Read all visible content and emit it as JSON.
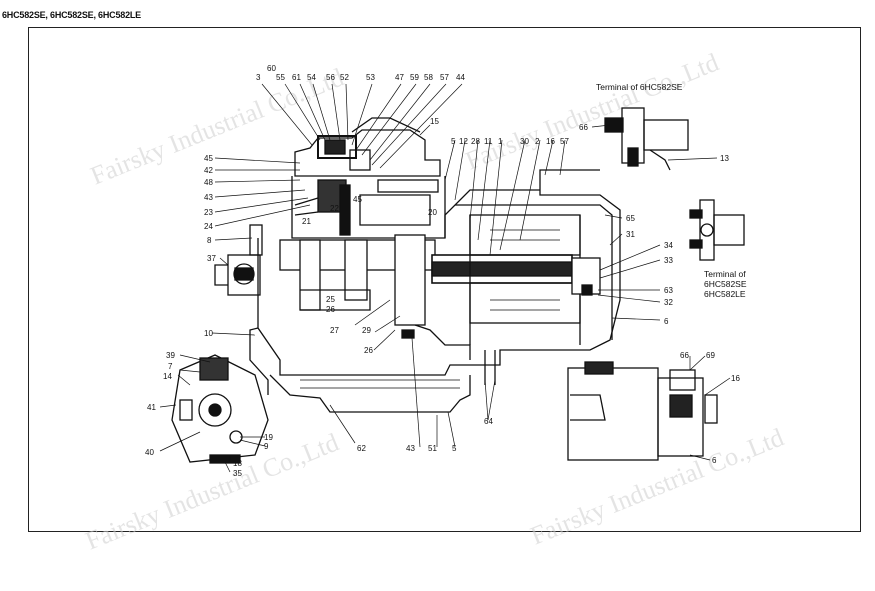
{
  "header": {
    "models": "6HC582SE, 6HC582SE, 6HC582LE"
  },
  "watermark": {
    "text": "Fairsky Industrial Co.,Ltd"
  },
  "insets": {
    "terminal_top_title": "Terminal of 6HC582SE",
    "terminal_mid_title_1": "Terminal of",
    "terminal_mid_title_2": "6HC582SE",
    "terminal_mid_title_3": "6HC582LE"
  },
  "labels": {
    "l60": "60",
    "l3": "3",
    "l55": "55",
    "l61": "61",
    "l54": "54",
    "l56": "56",
    "l52": "52",
    "l53": "53",
    "l47": "47",
    "l59": "59",
    "l58": "58",
    "l57": "57",
    "l44": "44",
    "l15": "15",
    "l45a": "45",
    "l42": "42",
    "l48": "48",
    "l43": "43",
    "l23": "23",
    "l24": "24",
    "l8": "8",
    "l37": "37",
    "l21": "21",
    "l22": "22",
    "l45b": "45",
    "l5a": "5",
    "l12": "12",
    "l28": "28",
    "l11": "11",
    "l1": "1",
    "l30": "30",
    "l2": "2",
    "l16a": "16",
    "l57b": "57",
    "l20": "20",
    "l65": "65",
    "l31": "31",
    "l34": "34",
    "l33": "33",
    "l63": "63",
    "l32": "32",
    "l6a": "6",
    "l25": "25",
    "l26": "26",
    "l27": "27",
    "l29": "29",
    "l26b": "26",
    "l10": "10",
    "l62": "62",
    "l43b": "43",
    "l51": "51",
    "l5b": "5",
    "l64": "64",
    "l39": "39",
    "l7": "7",
    "l14": "14",
    "l41": "41",
    "l40": "40",
    "l19": "19",
    "l9": "9",
    "l18": "18",
    "l35": "35",
    "l66a": "66",
    "l13": "13",
    "l66b": "66",
    "l69": "69",
    "l16b": "16",
    "l6b": "6"
  }
}
